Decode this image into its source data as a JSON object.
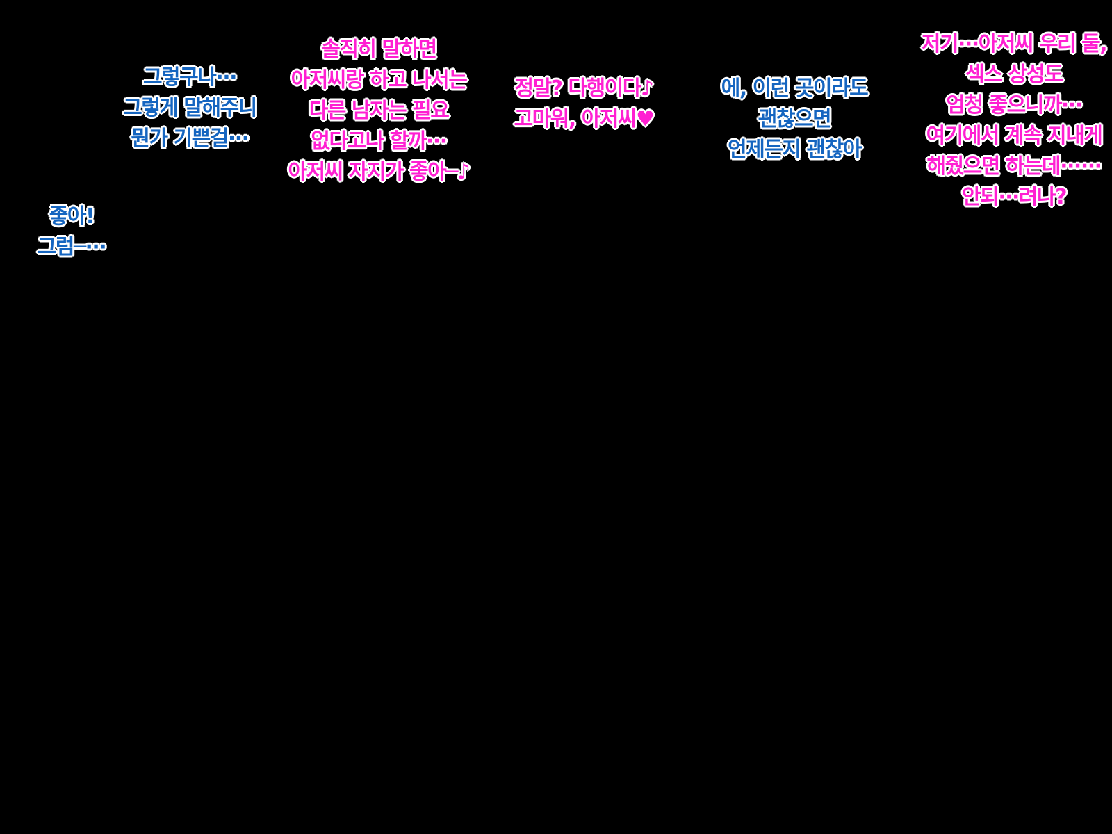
{
  "colors": {
    "background": "#000000",
    "blue_text": "#1565c0",
    "pink_text": "#ff1fd2",
    "outline": "#ffffff"
  },
  "dialogue": [
    {
      "style": "blue",
      "lines": [
        "좋아!",
        "그럼─···"
      ]
    },
    {
      "style": "blue",
      "lines": [
        "그렇구나···",
        "그렇게 말해주니",
        "뭔가 기쁜걸···"
      ]
    },
    {
      "style": "pink",
      "lines": [
        "솔직히 말하면",
        "아저씨랑 하고 나서는",
        "다른 남자는 필요",
        "없다고나 할까···",
        "아저씨 자지가 좋아─♪"
      ]
    },
    {
      "style": "pink",
      "lines": [
        "정말? 다행이다♪",
        "고마워, 아저씨♥"
      ]
    },
    {
      "style": "blue",
      "lines": [
        "에, 이런 곳이라도",
        "괜찮으면",
        "언제든지 괜찮아"
      ]
    },
    {
      "style": "pink",
      "lines": [
        "저기···아저씨 우리 둘,",
        "섹스 상성도",
        "엄청 좋으니까···",
        "여기에서 계속 지내게",
        "해줬으면 하는데······",
        "안되···려나?"
      ]
    }
  ]
}
